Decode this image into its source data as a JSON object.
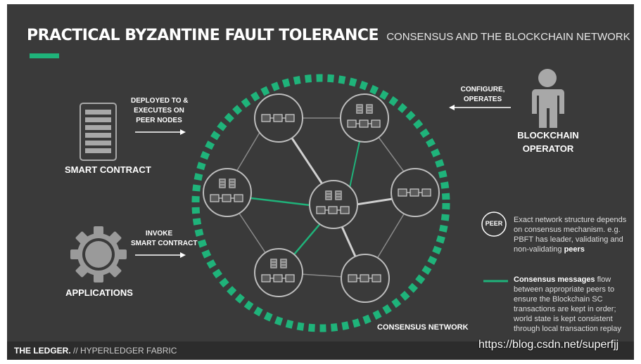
{
  "header": {
    "title": "PRACTICAL BYZANTINE FAULT TOLERANCE",
    "subtitle": "CONSENSUS AND THE BLOCKCHAIN NETWORK"
  },
  "labels": {
    "smart_contract": "SMART CONTRACT",
    "deployed_line1": "DEPLOYED TO &",
    "deployed_line2": "EXECUTES ON",
    "deployed_line3": "PEER NODES",
    "applications": "APPLICATIONS",
    "invoke_line1": "INVOKE",
    "invoke_line2": "SMART CONTRACT",
    "configure_line1": "CONFIGURE,",
    "configure_line2": "OPERATES",
    "operator_line1": "BLOCKCHAIN",
    "operator_line2": "OPERATOR",
    "consensus_network": "CONSENSUS NETWORK",
    "peer_badge": "PEER"
  },
  "notes": {
    "peer_note_line1": "Exact network structure depends",
    "peer_note_line2": "on consensus mechanism. e.g.",
    "peer_note_line3": "PBFT has leader, validating and",
    "peer_note_line4_pre": "non-validating ",
    "peer_note_line4_bold": "peers",
    "msg_note_line1_bold": "Consensus messages",
    "msg_note_line1_rest": " flow",
    "msg_note_line2": "between appropriate peers to",
    "msg_note_line3": "ensure the Blockchain SC",
    "msg_note_line4": "transactions are kept in order;",
    "msg_note_line5": "world state is kept consistent",
    "msg_note_line6": "through local transaction replay"
  },
  "footer": {
    "brand": "THE LEDGER.",
    "sub": " // HYPERLEDGER FABRIC"
  },
  "watermark": "https://blog.csdn.net/superfjj",
  "colors": {
    "background": "#3a3a3a",
    "accent_green": "#1fb37a",
    "node_stroke": "#bdbdbd",
    "text": "#ffffff"
  },
  "icons": {
    "smart_contract": "document-stack-icon",
    "applications": "gear-icon",
    "operator": "person-icon"
  }
}
